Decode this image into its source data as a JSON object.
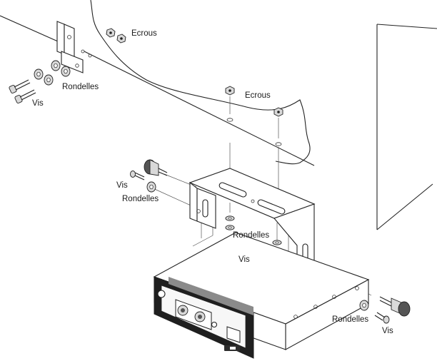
{
  "labels": {
    "nuts_top_left": "Ecrous",
    "washers_top_left": "Rondelles",
    "screws_top_left": "Vis",
    "nuts_center": "Ecrous",
    "screws_mid_left": "Vis",
    "washers_mid_left": "Rondelles",
    "washers_center": "Rondelles",
    "screws_center": "Vis",
    "washers_bottom_right": "Rondelles",
    "screws_bottom_right": "Vis"
  }
}
